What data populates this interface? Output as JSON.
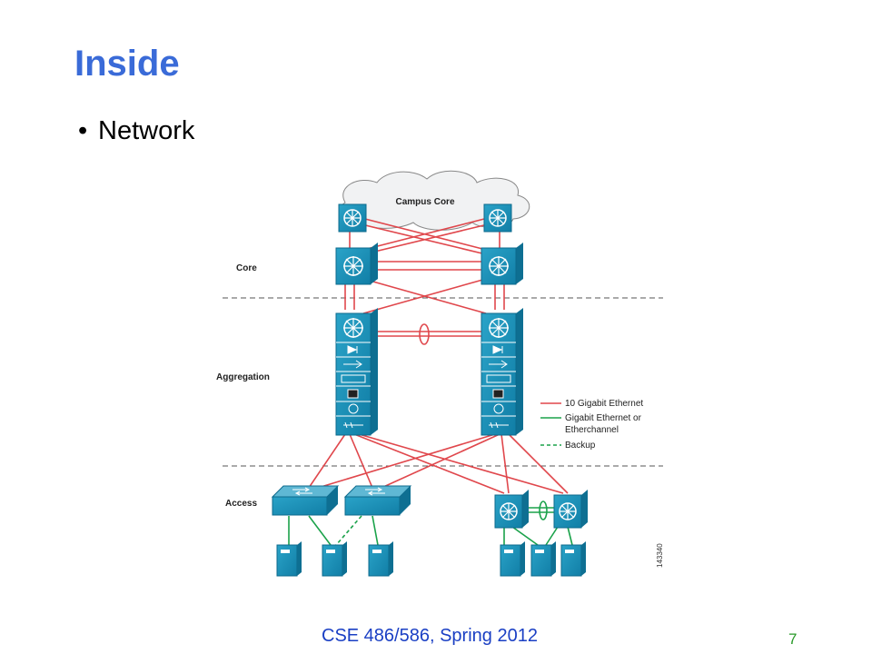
{
  "slide": {
    "title": "Inside",
    "bullet": "Network",
    "footer": "CSE 486/586, Spring 2012",
    "page_number": "7"
  },
  "diagram": {
    "cloud_label": "Campus Core",
    "layers": {
      "core": "Core",
      "aggregation": "Aggregation",
      "access": "Access"
    },
    "legend": [
      {
        "label": "10 Gigabit Ethernet",
        "color": "#e0474c",
        "style": "solid"
      },
      {
        "label": "Gigabit Ethernet or",
        "color": "#1aa24a",
        "style": "solid"
      },
      {
        "label": "Etherchannel",
        "color": "",
        "style": "continuation"
      },
      {
        "label": "Backup",
        "color": "#1aa24a",
        "style": "dashed"
      }
    ],
    "figure_id": "143340",
    "colors": {
      "device": "#1b8fb5",
      "device_dark": "#0e6f92",
      "device_light": "#5fb8d4",
      "red_link": "#e0474c",
      "green_link": "#1aa24a",
      "divider": "#555555"
    }
  }
}
